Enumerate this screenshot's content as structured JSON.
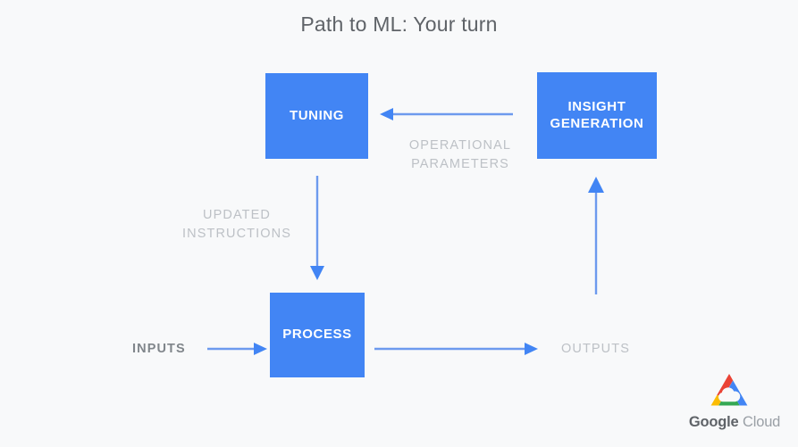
{
  "slide": {
    "title": "Path to ML: Your turn",
    "background_color": "#f8f9fa",
    "accent_color": "#4285f4"
  },
  "diagram": {
    "type": "flow-diagram",
    "nodes": [
      {
        "id": "tuning",
        "label": "TUNING",
        "fill": "#4285f4",
        "text_color": "#ffffff"
      },
      {
        "id": "insight",
        "label": "INSIGHT GENERATION",
        "fill": "#4285f4",
        "text_color": "#ffffff"
      },
      {
        "id": "process",
        "label": "PROCESS",
        "fill": "#4285f4",
        "text_color": "#ffffff"
      }
    ],
    "node_labels": {
      "tuning": "TUNING",
      "insight_line1": "INSIGHT",
      "insight_line2": "GENERATION",
      "process": "PROCESS"
    },
    "edge_labels": {
      "operational_line1": "OPERATIONAL",
      "operational_line2": "PARAMETERS",
      "updated_line1": "UPDATED",
      "updated_line2": "INSTRUCTIONS"
    },
    "terminals": {
      "inputs": "INPUTS",
      "outputs": "OUTPUTS"
    },
    "edges": [
      {
        "from": "insight",
        "to": "tuning",
        "direction": "left",
        "label": "OPERATIONAL PARAMETERS"
      },
      {
        "from": "tuning",
        "to": "process",
        "direction": "down",
        "label": "UPDATED INSTRUCTIONS"
      },
      {
        "from": "inputs",
        "to": "process",
        "direction": "right",
        "label": ""
      },
      {
        "from": "process",
        "to": "outputs",
        "direction": "right",
        "label": ""
      },
      {
        "from": "outputs",
        "to": "insight",
        "direction": "up",
        "label": ""
      }
    ],
    "arrow_color": "#5b8def"
  },
  "branding": {
    "mark": "google-cloud-logo",
    "word_primary": "Google",
    "word_secondary": "Cloud",
    "colors": {
      "red": "#ea4335",
      "yellow": "#fbbc04",
      "green": "#34a853",
      "blue": "#4285f4"
    }
  }
}
